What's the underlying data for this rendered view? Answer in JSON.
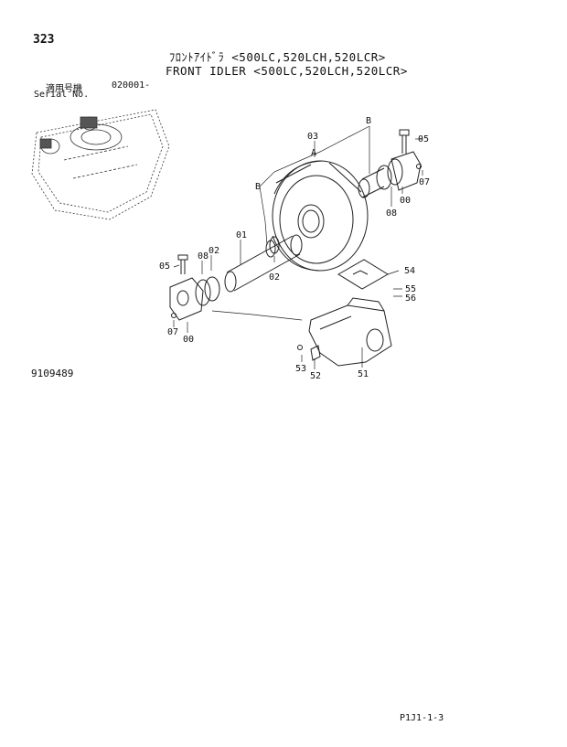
{
  "header": {
    "page_number": "323",
    "title_jp": "ﾌﾛﾝﾄｱｲﾄﾞﾗ <500LC,520LCH,520LCR>",
    "title_en": "FRONT IDLER <500LC,520LCH,520LCR>",
    "serial_label_jp": "適用号機",
    "serial_value": "020001-",
    "serial_label_en": "Serial No."
  },
  "diagram": {
    "callouts": {
      "c05_top": "05",
      "c00_top": "00",
      "c07_top": "07",
      "c08_top": "08",
      "c03": "03",
      "cA": "A",
      "cB_left": "B",
      "cB_right": "B",
      "c01": "01",
      "c02_a": "02",
      "c08_left": "08",
      "c05_left": "05",
      "c02_b": "02",
      "c07_left": "07",
      "c00_left": "00",
      "c54": "54",
      "c55": "55",
      "c56": "56",
      "c53": "53",
      "c52": "52",
      "c51": "51"
    }
  },
  "footer": {
    "drawing_code": "9109489",
    "reference": "P1J1-1-3"
  }
}
